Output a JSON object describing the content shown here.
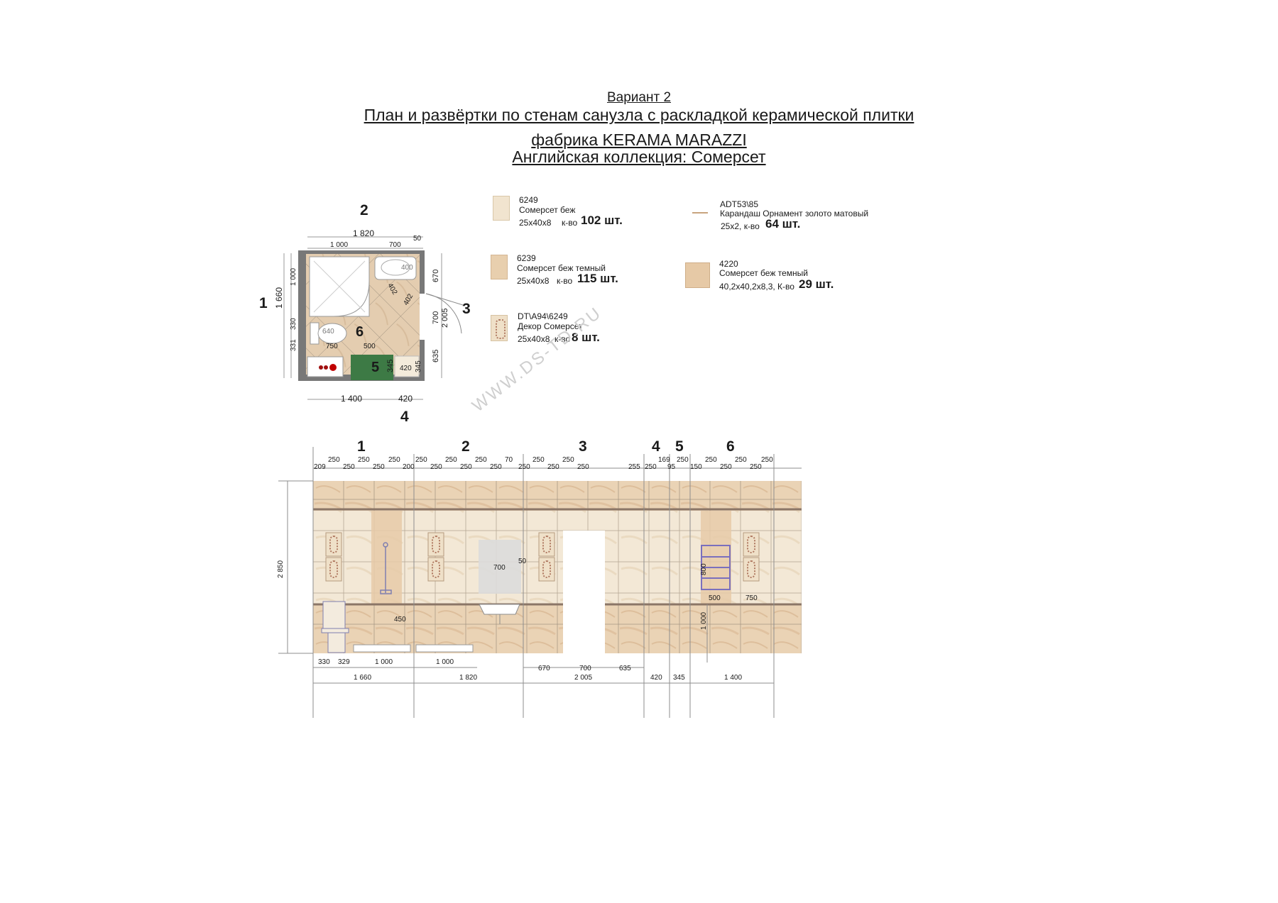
{
  "header": {
    "variant": "Вариант 2",
    "line1": "План и развёртки по стенам санузла с раскладкой керамической плитки",
    "line2": "фабрика KERAMA MARAZZI",
    "line3": "Английская коллекция: Сомерсет"
  },
  "watermark": "WWW.DS-TD.RU",
  "legend": [
    {
      "code": "6249",
      "name": "Сомерсет беж",
      "size": "25x40x8",
      "qty_label": "к-во",
      "qty": "102 шт.",
      "color": "#f1e4cf"
    },
    {
      "code": "6239",
      "name": "Сомерсет беж темный",
      "size": "25x40x8",
      "qty_label": "к-во",
      "qty": "115 шт.",
      "color": "#e8cfae"
    },
    {
      "code": "DT\\A94\\6249",
      "name": "Декор Сомерсет",
      "size": "25x40x8, к-во",
      "qty_label": "",
      "qty": "8 шт.",
      "color": "#efe0c8"
    },
    {
      "code": "ADT53\\85",
      "name": "Карандаш Орнамент золото матовый",
      "size": "25x2, к-во",
      "qty_label": "",
      "qty": "64 шт.",
      "color": "#c8a47e"
    },
    {
      "code": "4220",
      "name": "Сомерсет беж темный",
      "size": "40,2x40,2x8,3, К-во",
      "qty_label": "",
      "qty": "29 шт.",
      "color": "#e6c9a6"
    }
  ],
  "plan": {
    "wall_labels": [
      "1",
      "2",
      "3",
      "4",
      "5",
      "6"
    ],
    "dims": {
      "top_total": "1 820",
      "top_end": "50",
      "top_a": "1 000",
      "top_b": "700",
      "left_total": "1 660",
      "left_a": "1 000",
      "left_b": "330",
      "left_c": "331",
      "right_a": "670",
      "right_b": "700",
      "right_c": "635",
      "door": "2 005",
      "bottom_a": "1 400",
      "bottom_b": "420",
      "sink": "400",
      "diag_a": "402",
      "diag_b": "402",
      "wc": "640",
      "wc_dim": "750",
      "mid_dim": "500",
      "box_a": "345",
      "box_b": "420",
      "box_c": "345"
    }
  },
  "elevation": {
    "wall_numbers": [
      "1",
      "2",
      "3",
      "4",
      "5",
      "6"
    ],
    "tile_dims": [
      "209",
      "250",
      "250",
      "250",
      "250",
      "250",
      "200",
      "250",
      "250",
      "250",
      "250",
      "250",
      "250",
      "70",
      "250",
      "250",
      "250",
      "250",
      "250",
      "255",
      "250",
      "169",
      "95",
      "250",
      "150",
      "250",
      "250",
      "250",
      "250",
      "250"
    ],
    "height": "2 850",
    "mirror_w": "700",
    "mirror_gap": "50",
    "fixture_450": "450",
    "rail_h": "800",
    "rail_500": "500",
    "rail_750": "750",
    "h_1000": "1 000",
    "bottom_row1": [
      "330",
      "329",
      "1 000",
      "1 000"
    ],
    "door_dims": [
      "670",
      "700",
      "635"
    ],
    "walls_total": [
      "1 660",
      "1 820",
      "2 005",
      "420",
      "345",
      "1 400"
    ]
  }
}
